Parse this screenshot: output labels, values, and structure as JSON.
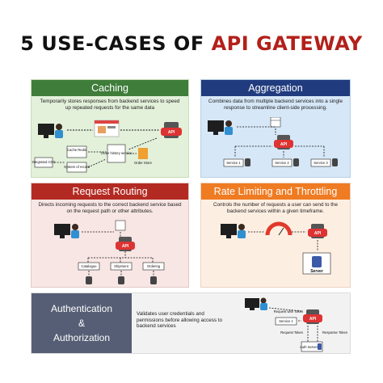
{
  "title": {
    "prefix": "5 USE-CASES OF",
    "highlight": "API GATEWAY"
  },
  "colors": {
    "caching": "#3e7d3a",
    "aggregation": "#203b7e",
    "routing": "#b32a22",
    "rate_limiting": "#ef7b22",
    "auth": "#555e74",
    "title_accent": "#b3201a"
  },
  "caching": {
    "heading": "Caching",
    "description": "Temporarily stores responses from backend services to speed up repeated requests for the same data",
    "labels": {
      "api": "API",
      "cache": "Cache Redis",
      "order": "Order history service",
      "store": "Order Store",
      "integrated": "Integrated CDC",
      "record": "System of record"
    }
  },
  "aggregation": {
    "heading": "Aggregation",
    "description": "Combines data from multiple backend services into a single response to streamline client-side processing.",
    "labels": {
      "api": "API",
      "s1": "Service 1",
      "s2": "Service 2",
      "s3": "Service 3"
    }
  },
  "routing": {
    "heading": "Request Routing",
    "description": "Directs incoming requests to the correct backend service based on the request path or other attributes.",
    "labels": {
      "api": "API",
      "catalogue": "Catalogue",
      "shipment": "Shipment",
      "ordering": "Ordering"
    }
  },
  "rate_limiting": {
    "heading": "Rate Limiting and Throttling",
    "description": "Controls the number of requests a user can send to the backend services within a given timeframe.",
    "labels": {
      "api": "API",
      "server": "Server"
    }
  },
  "auth": {
    "heading_line1": "Authentication",
    "heading_line2": "&",
    "heading_line3": "Authorization",
    "description": "Validates user credentials and permissions before allowing access to backend services",
    "labels": {
      "api": "API",
      "req_token": "Request with Token",
      "service": "Service 1",
      "request_token": "Request Token",
      "response_token": "Response Token",
      "auth_server": "Auth Server"
    }
  }
}
